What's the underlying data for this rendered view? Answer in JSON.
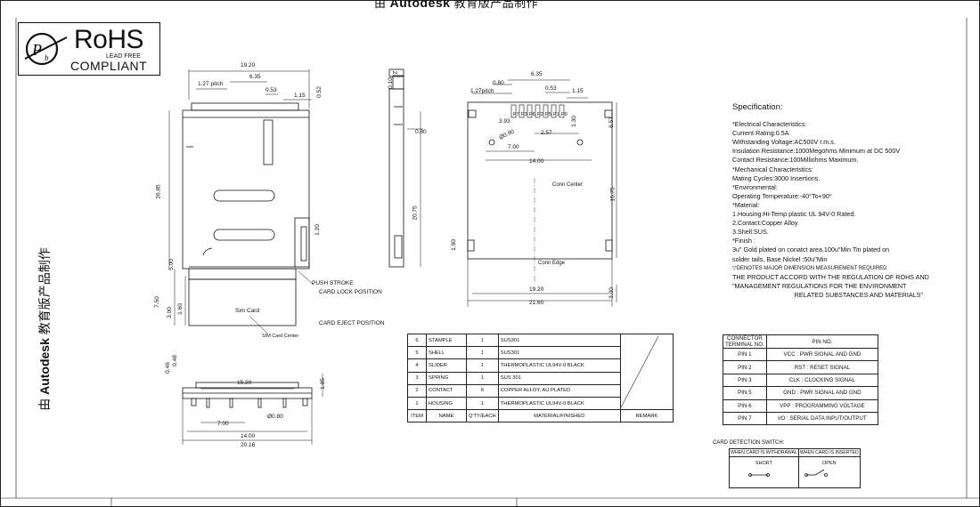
{
  "watermark": {
    "prefix": "由",
    "brand": "Autodesk",
    "suffix": "教育版产品制作"
  },
  "rohs": {
    "title": "RoHS",
    "lead_free": "LEAD FREE",
    "compliant": "COMPLIANT"
  },
  "specification": {
    "heading": "Specification:",
    "lines": [
      "*Electrical Characteristics:",
      "Current Rating:0.5A",
      "Withstanding Voltage:AC500V r.m.s.",
      "Insulation Resistance:1000Megohms Minimum at DC 500V",
      "Contact Resistance:100Milliohms Maximum.",
      "*Mechanical Characteristics:",
      "Mating Cycles:3000 Insertions.",
      "*Environmental:",
      "Operating Temperature:-40°To+90°",
      "*Material:",
      "1.Housing:Hi-Temp plastic UL 94V-0 Rated.",
      "2.Contact:Copper Alloy.",
      "3.Shell:SUS.",
      "*Finish :",
      "3u\" Gold plated on conatct area,100u\"Min Tin plated on",
      "solder tails, Base Nickel :50u\"Min",
      "▽DENOTES MAJOR DIMENSION MEASUREMENT REQUIRED",
      "THE PRODUCT ACCORD WITH THE REGULATION OF ROHS AND",
      "\"MANAGEMENT REGULATIONS FOR THE ENVIRONMENT",
      "RELATED SUBSTANCES AND MATERIALS\""
    ]
  },
  "bom_table": {
    "headers": [
      "ITEM",
      "NAME",
      "Q'TY/EACH",
      "MATERIAL/FINISHED",
      "REMARK"
    ],
    "rows": [
      [
        "6",
        "STAMPLE",
        "1",
        "SUS301",
        ""
      ],
      [
        "5",
        "SHELL",
        "1",
        "SUS301",
        ""
      ],
      [
        "4",
        "SLIDER",
        "1",
        "THERMOPLASTIC UL94V-0 BLACK",
        ""
      ],
      [
        "3",
        "SPRING",
        "1",
        "SUS 301",
        ""
      ],
      [
        "2",
        "CONTACT",
        "6",
        "COPPER ALLOY,  AU PLATED",
        ""
      ],
      [
        "1",
        "HOUSING",
        "1",
        "THERMOPLASTIC UL94V-0 BLACK",
        ""
      ]
    ]
  },
  "pin_table": {
    "header_col1_line1": "CONNECTOR",
    "header_col1_line2": "TERMINAL NO.",
    "header_col2": "PIN NO.",
    "rows": [
      [
        "PIN 1",
        "VCC : PWR SIGNAL AND GND"
      ],
      [
        "PIN 2",
        "RST : RESET SIGNAL"
      ],
      [
        "PIN 3",
        "CLK : CLOCKING SIGNAL"
      ],
      [
        "PIN 5",
        "GND : PWR SIGNAL AND GND"
      ],
      [
        "PIN 6",
        "VPP : PROGRAMMING VOLTAGE"
      ],
      [
        "PIN 7",
        "I/O : SERIAL DATA INPUT/OUTPUT"
      ]
    ]
  },
  "card_switch": {
    "title": "CARD DETECTION SWITCH:",
    "col1": "WHEN CARD IS WITHDRAWAL",
    "col2": "WHEN CARD IS INSERTED",
    "state1": "SHORT",
    "state2": "OPEN"
  },
  "view1": {
    "dims": [
      "19.20",
      "1.27  pitch",
      "6.35",
      "0.53",
      "1.15",
      "0.52",
      "26.85",
      "5.00",
      "7.50",
      "3.00",
      "1.60",
      "1.20"
    ],
    "labels": {
      "push_stroke": "PUSH STROKE",
      "card_lock": "CARD LOCK POSITION",
      "card_eject": "CARD EJECT POSITION",
      "sim_card": "Sim Card",
      "sim_center": "SIM Card Center"
    }
  },
  "view2": {
    "dims": [
      "0.10",
      "Z",
      "0.80",
      "20.75"
    ]
  },
  "view3": {
    "dims": [
      "6.35",
      "0.80",
      "1.27pitch",
      "0.53",
      "1.15",
      "3.93",
      "Ø0.90",
      "2.57",
      "1.30",
      "6.57",
      "7.00",
      "14.00",
      "15.75",
      "1.90",
      "19.20",
      "21.60",
      "3.00"
    ],
    "pins": [
      "P7",
      "P3",
      "P6",
      "P2",
      "P5",
      "P1",
      "P9"
    ],
    "labels": {
      "conn_center": "Conn Center",
      "conn_edge": "Conn Edge"
    }
  },
  "view4": {
    "dims": [
      "0.46",
      "0.48",
      "15.20",
      "1.85",
      "Ø0.80",
      "7.00",
      "14.00",
      "20.16"
    ]
  }
}
